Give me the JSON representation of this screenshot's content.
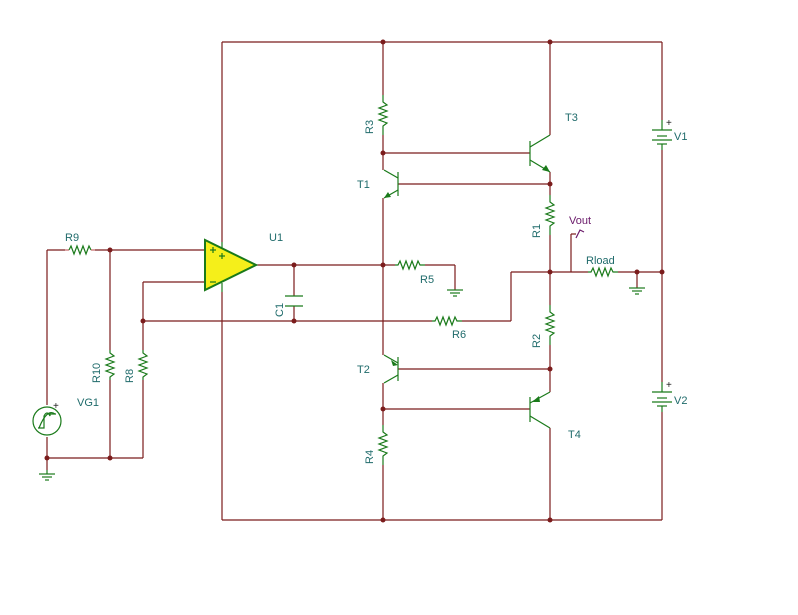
{
  "labels": {
    "R9": "R9",
    "U1": "U1",
    "R10": "R10",
    "R8": "R8",
    "VG1": "VG1",
    "C1": "C1",
    "R3": "R3",
    "T1": "T1",
    "R5": "R5",
    "R6": "R6",
    "T2": "T2",
    "R4": "R4",
    "T3": "T3",
    "R1": "R1",
    "Vout": "Vout",
    "Rload": "Rload",
    "R2": "R2",
    "T4": "T4",
    "V1": "V1",
    "V2": "V2"
  },
  "colors": {
    "wire": "#7b1c1c",
    "component": "#1a7a1a",
    "opamp_fill": "#f5ef1a",
    "label": "#1f6b6b",
    "probe": "#6a1a6a"
  }
}
